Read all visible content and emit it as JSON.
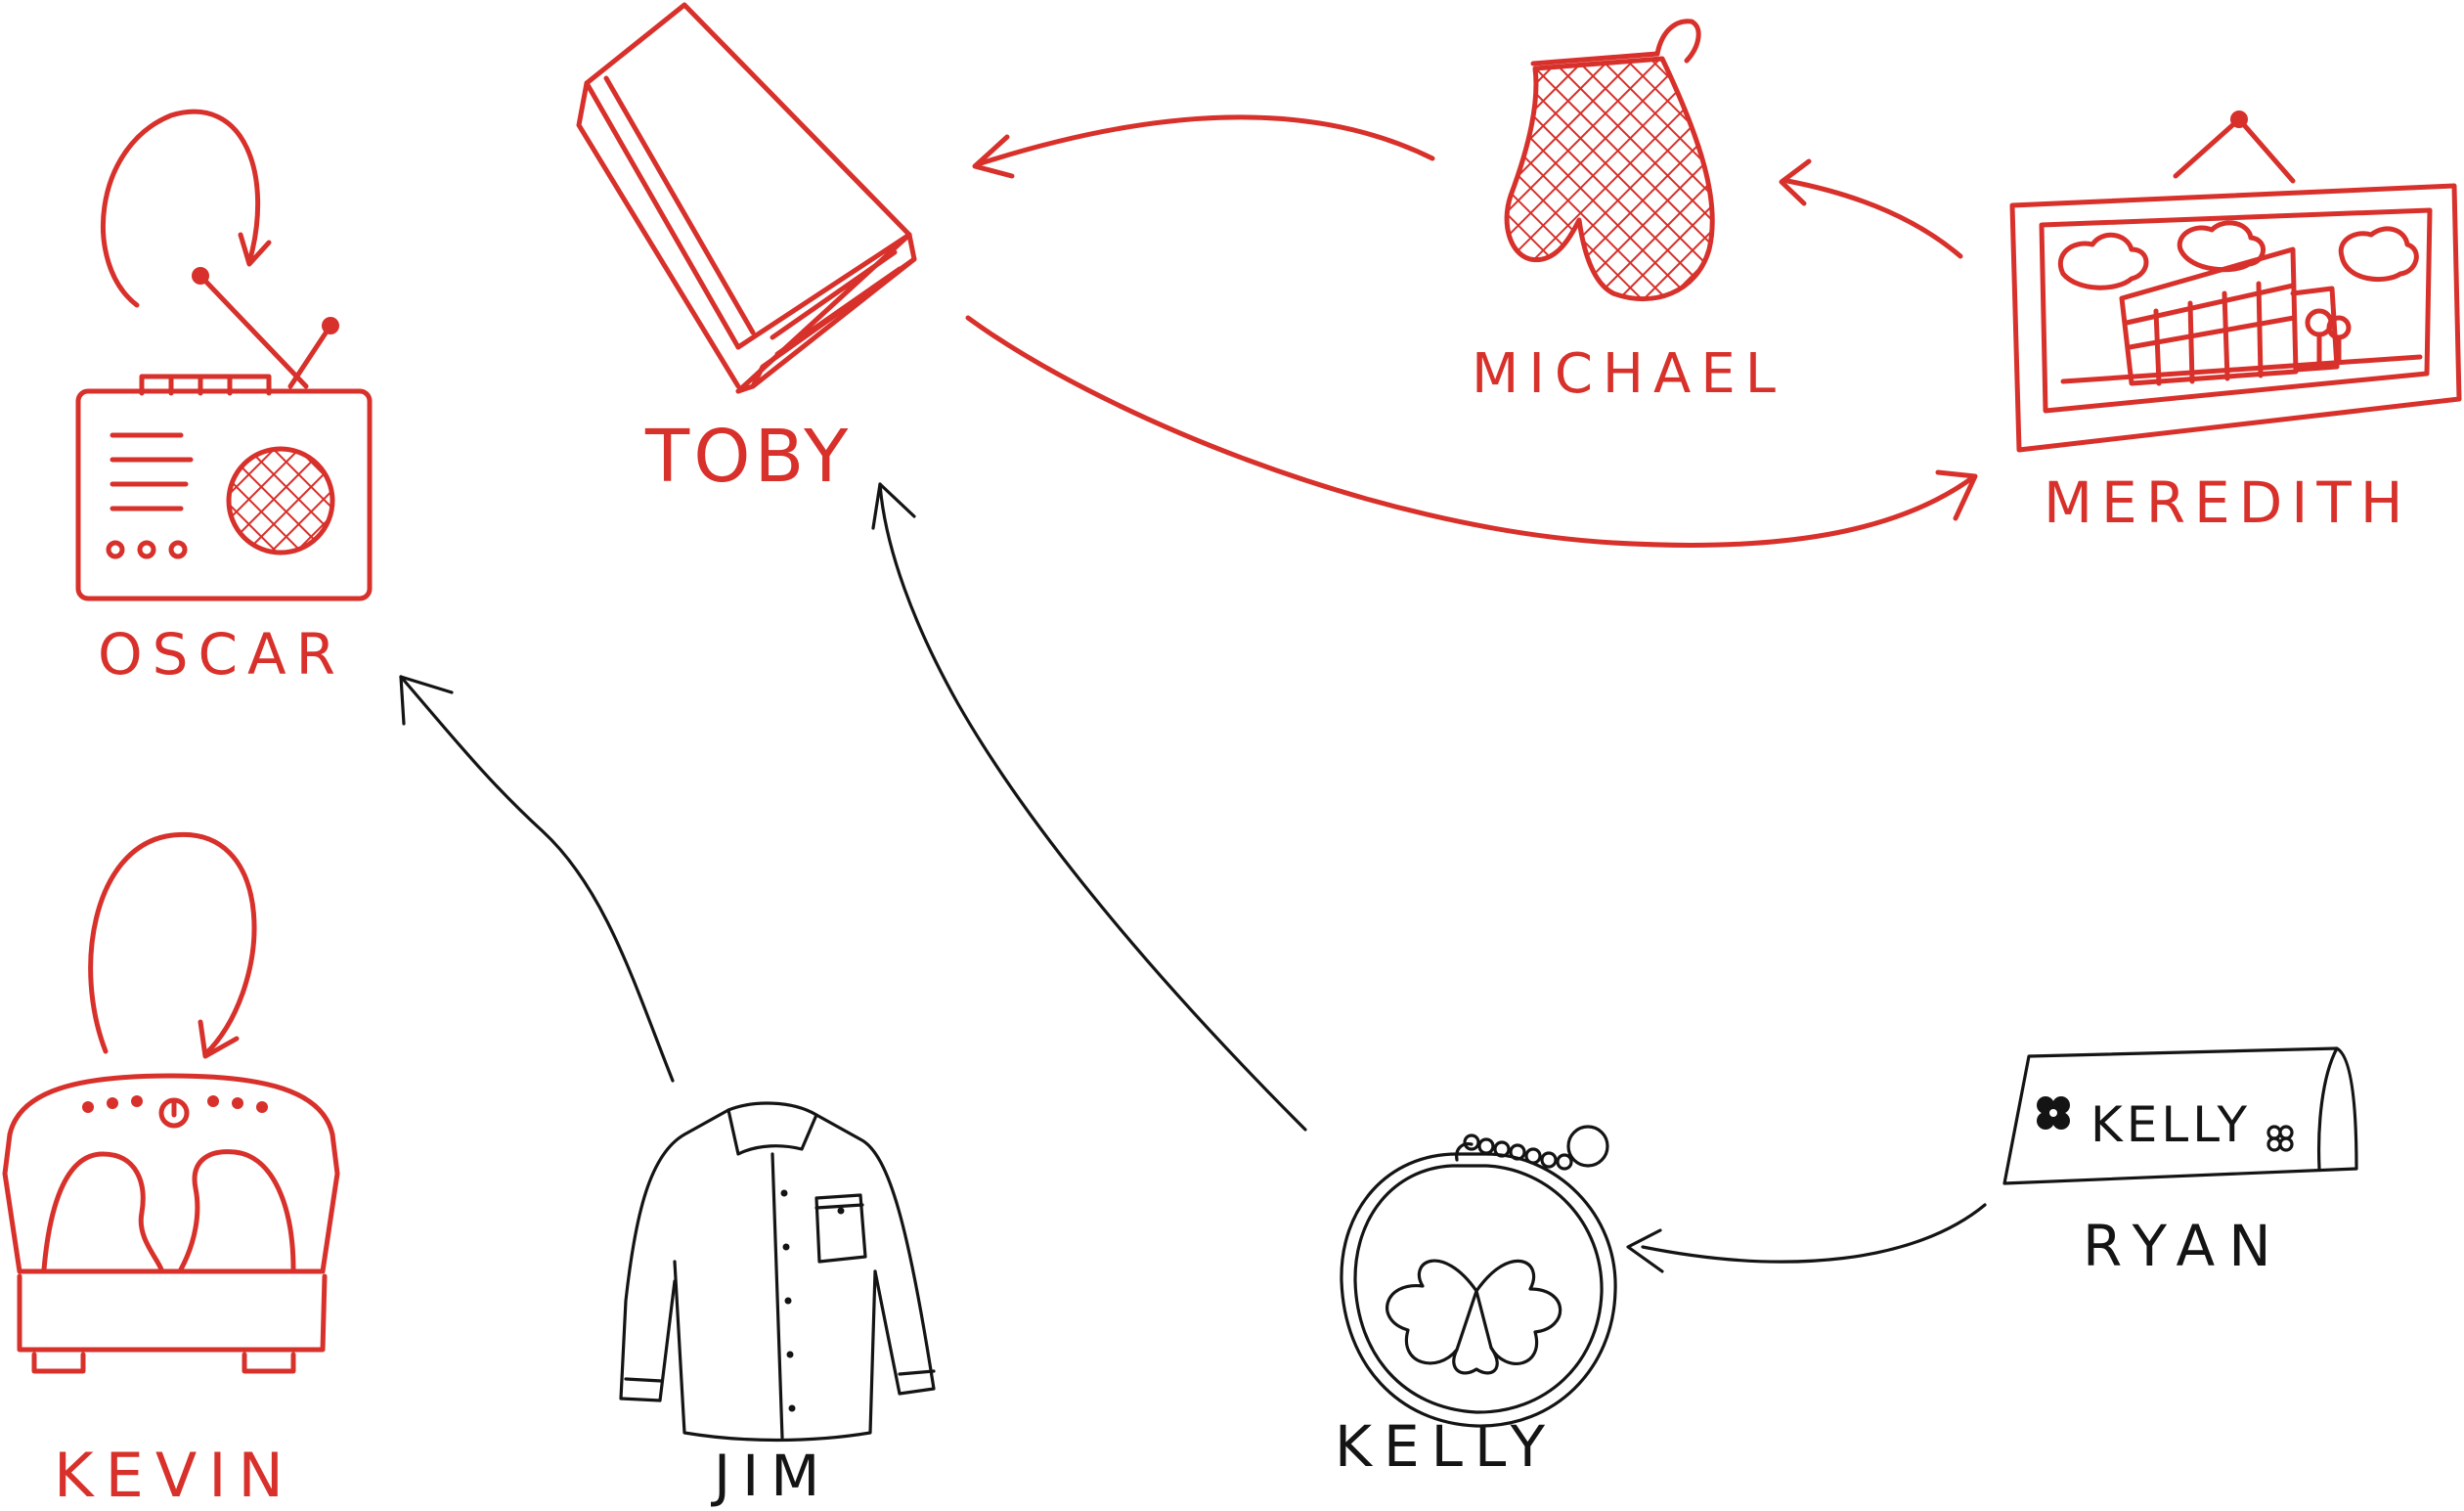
{
  "colors": {
    "red": "#d8302a",
    "black": "#141414",
    "background": "#ffffff"
  },
  "nodes": [
    {
      "id": "oscar",
      "label": "OSCAR",
      "icon": "radio-icon",
      "color": "red"
    },
    {
      "id": "toby",
      "label": "TOBY",
      "icon": "book-icon",
      "color": "red"
    },
    {
      "id": "michael",
      "label": "MICHAEL",
      "icon": "oven-mitt-icon",
      "color": "red"
    },
    {
      "id": "meredith",
      "label": "MEREDITH",
      "icon": "framed-picture-icon",
      "color": "red"
    },
    {
      "id": "kevin",
      "label": "KEVIN",
      "icon": "foot-spa-icon",
      "color": "red"
    },
    {
      "id": "jim",
      "label": "JIM",
      "icon": "shirt-icon",
      "color": "black"
    },
    {
      "id": "kelly",
      "label": "KELLY",
      "icon": "coin-purse-icon",
      "color": "black"
    },
    {
      "id": "ryan",
      "label": "RYAN",
      "icon": "name-plate-icon",
      "color": "black",
      "icon_text": "KELLY"
    }
  ],
  "edges": [
    {
      "from": "oscar",
      "to": "oscar",
      "color": "red"
    },
    {
      "from": "kevin",
      "to": "kevin",
      "color": "red"
    },
    {
      "from": "michael",
      "to": "toby",
      "color": "red"
    },
    {
      "from": "meredith",
      "to": "michael",
      "color": "red"
    },
    {
      "from": "toby",
      "to": "meredith",
      "color": "red"
    },
    {
      "from": "jim",
      "to": "oscar",
      "color": "black"
    },
    {
      "from": "kelly",
      "to": "toby",
      "color": "black"
    },
    {
      "from": "ryan",
      "to": "kelly",
      "color": "black"
    }
  ]
}
